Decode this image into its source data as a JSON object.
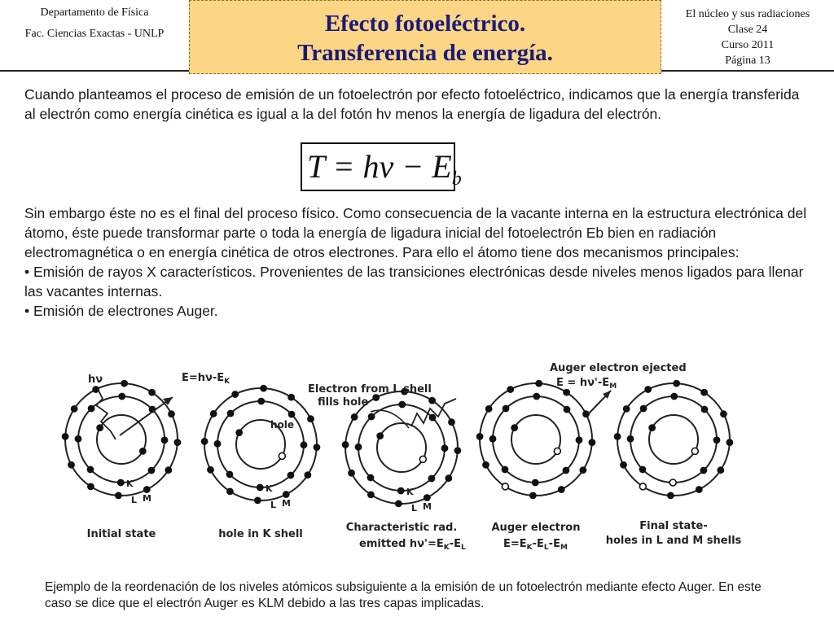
{
  "header": {
    "left_line1": "Departamento de Física",
    "left_line2": "Fac. Ciencias Exactas - UNLP",
    "title_line1": "Efecto fotoeléctrico.",
    "title_line2": "Transferencia de energía.",
    "right_line1": "El núcleo y sus radiaciones",
    "right_line2": "Clase 24",
    "right_line3": "Curso 2011",
    "right_line4": "Página 13"
  },
  "body": {
    "para1": "Cuando planteamos el proceso de emisión de un fotoelectrón por efecto fotoeléctrico, indicamos que la energía transferida al electrón como energía cinética es igual a la del fotón hν menos la energía de ligadura del electrón.",
    "formula_lhs": "T = hν − E",
    "formula_sub": "b",
    "para2": "Sin embargo éste no es el final del proceso físico. Como consecuencia de la vacante interna en la estructura electrónica del átomo, éste puede transformar parte o toda la energía de ligadura inicial del fotoelectrón Eb bien en radiación electromagnética o en energía cinética de otros electrones. Para ello el átomo tiene dos mecanismos principales:",
    "bullet1": "• Emisión de rayos X característicos. Provenientes de las transiciones electrónicas desde niveles menos ligados para llenar las vacantes internas.",
    "bullet2": "• Emisión de electrones Auger."
  },
  "diagram": {
    "atoms": [
      {
        "caption_lines": [
          "Initial state"
        ],
        "top_labels": [
          "hν",
          "E=hν-E",
          "K"
        ],
        "shell_labels": [
          "K",
          "L",
          "M"
        ]
      },
      {
        "caption_lines": [
          "hole in K shell"
        ],
        "inner_label": "hole",
        "shell_labels": [
          "K",
          "L",
          "M"
        ]
      },
      {
        "caption_lines": [
          "Characteristic rad.",
          "emitted hν'=E",
          "K",
          "-E",
          "L"
        ],
        "top_labels": [
          "Electron from L shell",
          "fills hole"
        ],
        "shell_labels": [
          "K",
          "L",
          "M"
        ]
      },
      {
        "caption_lines": [
          "Auger electron",
          "E=E",
          "K",
          "-E",
          "L",
          "-E",
          "M"
        ],
        "top_labels": [
          "Auger electron ejected",
          "E = hν'-E",
          "M"
        ]
      },
      {
        "caption_lines": [
          "Final state-",
          "holes in L and M shells"
        ]
      }
    ]
  },
  "caption": "Ejemplo de la reordenación de los niveles atómicos subsiguiente a la emisión de un fotoelectrón mediante efecto Auger. En este caso se dice que el electrón Auger es KLM debido a las tres capas implicadas."
}
